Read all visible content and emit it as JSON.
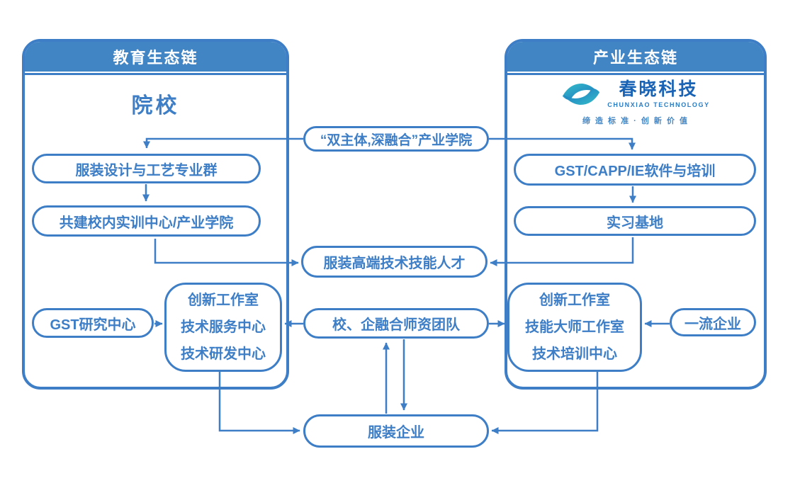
{
  "colors": {
    "primary_blue": "#3d7ec6",
    "header_fill": "#4285c5",
    "logo_dark_blue": "#1a63b4",
    "logo_teal": "#35c0c9",
    "background": "#ffffff"
  },
  "left_panel": {
    "header": "教育生态链",
    "title": "院校",
    "pill_major_group": "服装设计与工艺专业群",
    "pill_training_center": "共建校内实训中心/产业学院",
    "pill_gst_research": "GST研究中心",
    "centers_box": {
      "line1": "创新工作室",
      "line2": "技术服务中心",
      "line3": "技术研发中心"
    }
  },
  "right_panel": {
    "header": "产业生态链",
    "logo": {
      "name": "春晓科技",
      "name_en": "CHUNXIAO TECHNOLOGY",
      "slogan": "缔 造 标 准 · 创 新 价 值"
    },
    "pill_software_training": "GST/CAPP/IE软件与培训",
    "pill_internship_base": "实习基地",
    "pill_first_class_enterprise": "一流企业",
    "centers_box": {
      "line1": "创新工作室",
      "line2": "技能大师工作室",
      "line3": "技术培训中心"
    }
  },
  "middle": {
    "pill_industry_college": "“双主体,深融合”产业学院",
    "pill_talents": "服装高端技术技能人才",
    "pill_teacher_team": "校、企融合师资团队",
    "pill_garment_enterprise": "服装企业"
  }
}
